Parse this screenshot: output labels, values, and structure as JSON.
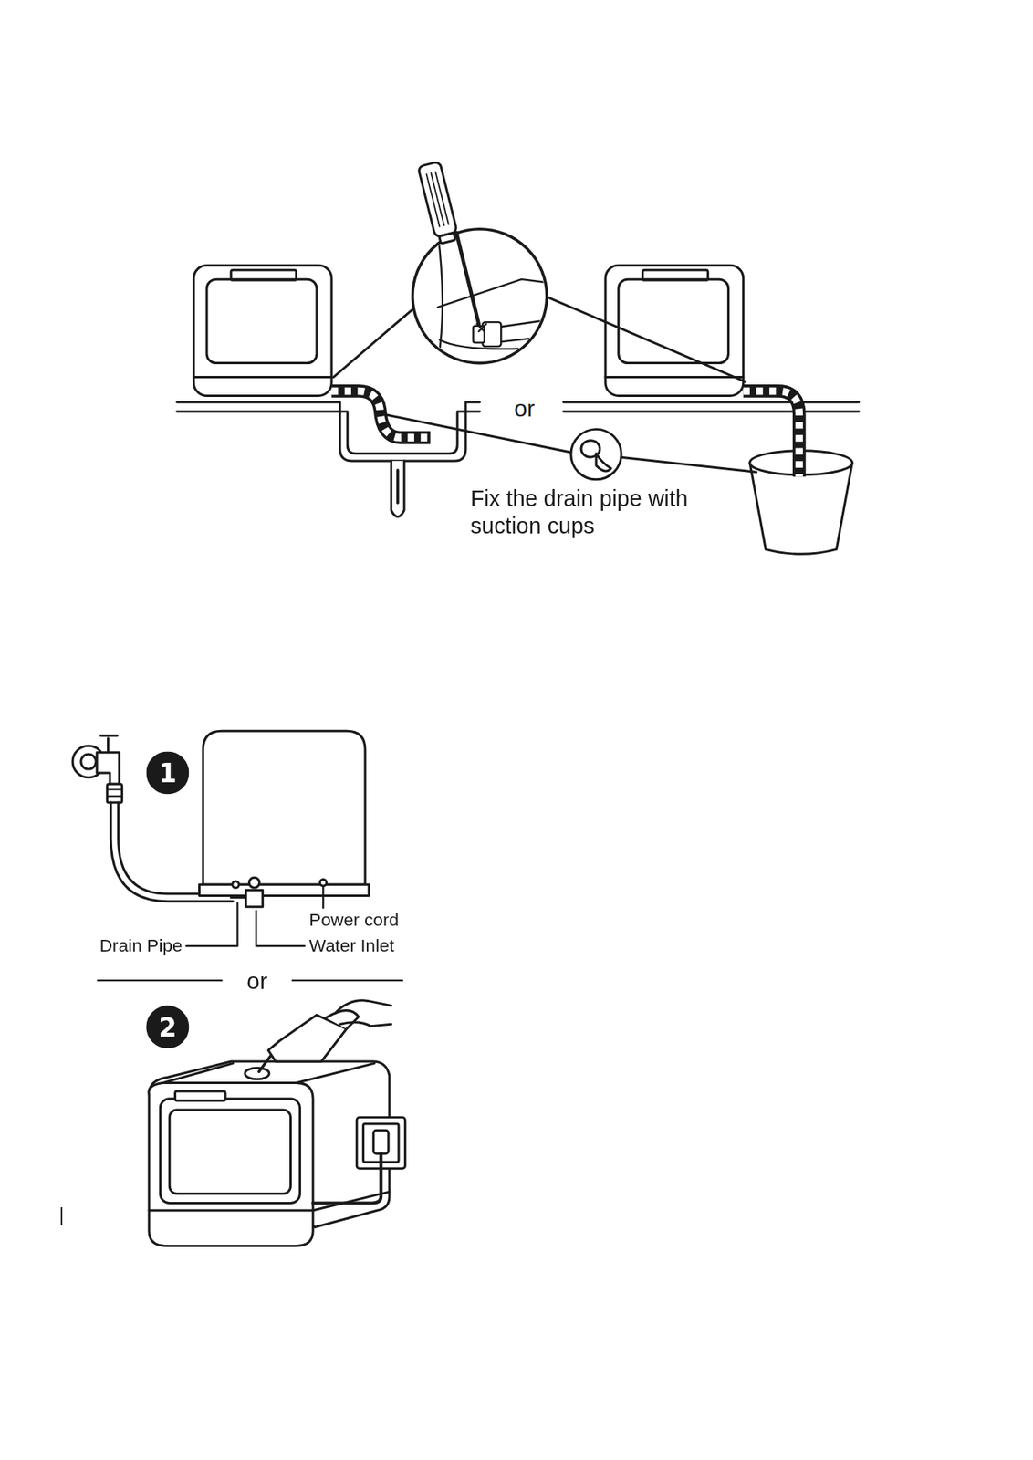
{
  "diagram": {
    "nodes": [
      {
        "text": [
          "1"
        ]
      },
      {
        "text": [
          "2"
        ]
      }
    ],
    "labels": [
      "or",
      "Fix the drain pipe with suction cups",
      "Drain Pipe",
      "Water Inlet",
      "Power cord",
      "or",
      "|"
    ]
  }
}
